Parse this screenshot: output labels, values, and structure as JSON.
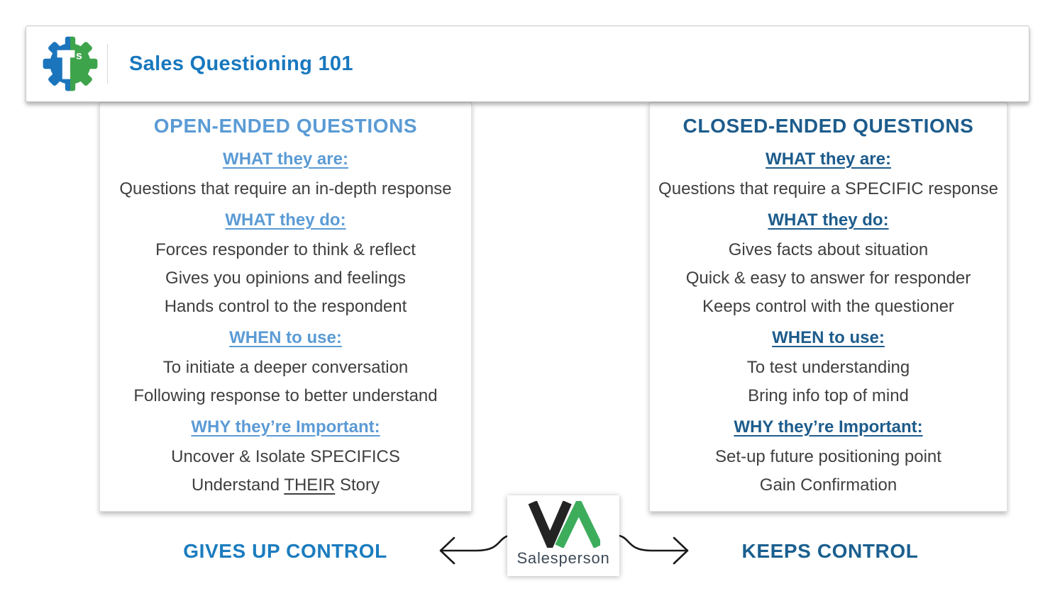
{
  "header": {
    "title": "Sales Questioning 101",
    "logo": {
      "letter": "T",
      "superscript": "s"
    }
  },
  "left_panel": {
    "title": "OPEN-ENDED QUESTIONS",
    "sections": [
      {
        "heading": "WHAT they are:",
        "items": [
          "Questions that require an in-depth response"
        ]
      },
      {
        "heading": "WHAT they do:",
        "items": [
          "Forces responder to think & reflect",
          "Gives you opinions and feelings",
          "Hands control to the respondent"
        ]
      },
      {
        "heading": "WHEN to use:",
        "items": [
          "To initiate a deeper conversation",
          "Following response to better understand"
        ]
      },
      {
        "heading": "WHY they’re Important:",
        "items": [
          "Uncover & Isolate SPECIFICS"
        ]
      }
    ],
    "last_item": {
      "prefix": "Understand ",
      "underlined": "THEIR",
      "suffix": " Story"
    },
    "footer_label": "GIVES UP CONTROL"
  },
  "right_panel": {
    "title": "CLOSED-ENDED QUESTIONS",
    "sections": [
      {
        "heading": "WHAT they are:",
        "items": [
          "Questions that require a SPECIFIC response"
        ]
      },
      {
        "heading": "WHAT they do:",
        "items": [
          "Gives facts about situation",
          "Quick & easy to answer for responder",
          "Keeps control with the questioner"
        ]
      },
      {
        "heading": "WHEN to use:",
        "items": [
          "To test understanding",
          "Bring info top of mind"
        ]
      },
      {
        "heading": "WHY they’re Important:",
        "items": [
          "Set-up future positioning point",
          "Gain Confirmation"
        ]
      }
    ],
    "footer_label": "KEEPS CONTROL"
  },
  "center_badge": {
    "v": "V",
    "caret": "Λ",
    "label": "Salesperson"
  },
  "colors": {
    "title_blue": "#1878BE",
    "open_heading_blue": "#5B9BD5",
    "closed_heading_blue": "#1D5C8C",
    "body_text": "#3F3F3F",
    "gives_up_label": "#1B7CBF",
    "keeps_control_label": "#1A5F8F",
    "gear_blue": "#1B75BC",
    "gear_green": "#3EA44B",
    "caret_green": "#3DAD5C",
    "v_dark": "#232323",
    "salesperson_text": "#3D4A57"
  }
}
